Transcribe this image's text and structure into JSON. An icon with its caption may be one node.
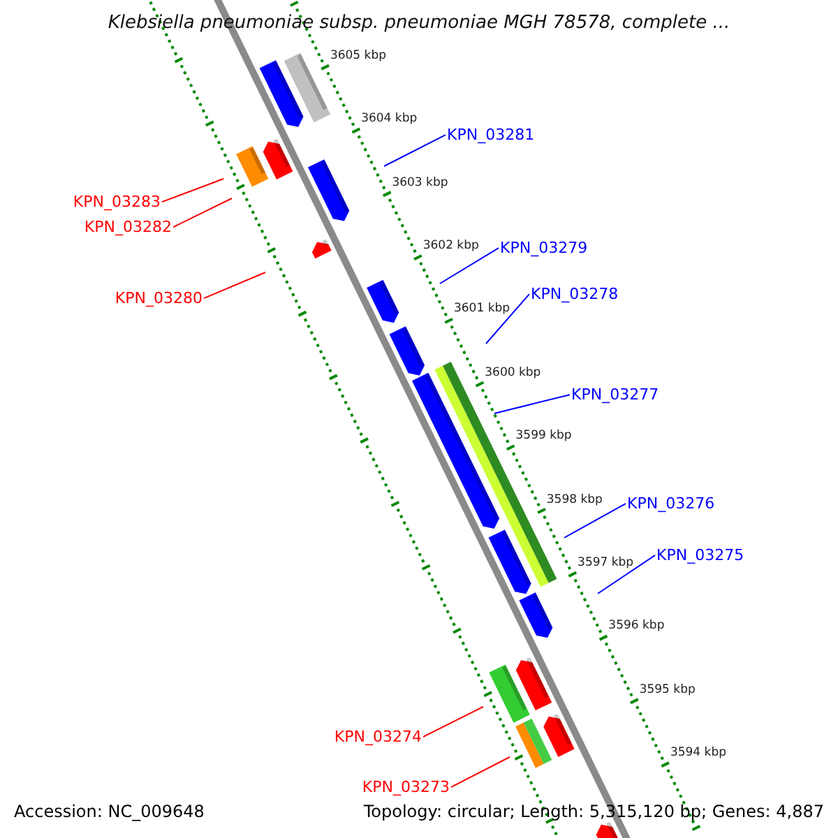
{
  "diagram": {
    "title": "Klebsiella pneumoniae subsp. pneumoniae MGH 78578, complete ...",
    "nodes": [
      {
        "text": [
          "KPN_03281"
        ]
      },
      {
        "text": [
          "KPN_03283"
        ]
      },
      {
        "text": [
          "KPN_03282"
        ]
      },
      {
        "text": [
          "KPN_03279"
        ]
      },
      {
        "text": [
          "KPN_03278"
        ]
      },
      {
        "text": [
          "KPN_03280"
        ]
      },
      {
        "text": [
          "KPN_03277"
        ]
      },
      {
        "text": [
          "KPN_03276"
        ]
      },
      {
        "text": [
          "KPN_03275"
        ]
      },
      {
        "text": [
          "KPN_03274"
        ]
      },
      {
        "text": [
          "KPN_03273"
        ]
      }
    ],
    "edges": [
      {
        "from": 0,
        "to": null,
        "arrow": "none"
      },
      {
        "from": 1,
        "to": null,
        "arrow": "none",
        "color": "#ff0000"
      },
      {
        "from": 2,
        "to": null,
        "arrow": "none",
        "color": "#ff0000"
      },
      {
        "from": 3,
        "to": null,
        "arrow": "none"
      },
      {
        "from": 4,
        "to": null,
        "arrow": "none"
      },
      {
        "from": 5,
        "to": null,
        "arrow": "none",
        "color": "#ff0000"
      },
      {
        "from": 6,
        "to": null,
        "arrow": "none"
      },
      {
        "from": 7,
        "to": null,
        "arrow": "none"
      },
      {
        "from": 8,
        "to": null,
        "arrow": "none"
      },
      {
        "from": 9,
        "to": null,
        "arrow": "none",
        "color": "#ff0000"
      },
      {
        "from": 10,
        "to": null,
        "arrow": "none",
        "color": "#ff0000"
      }
    ],
    "labels": [
      "3605 kbp",
      "3604 kbp",
      "3603 kbp",
      "3602 kbp",
      "3601 kbp",
      "3600 kbp",
      "3599 kbp",
      "3598 kbp",
      "3597 kbp",
      "3596 kbp",
      "3595 kbp",
      "3594 kbp",
      "Accession: NC_009648",
      "Topology: circular; Length: 5,315,120 bp; Genes: 4,887"
    ]
  }
}
